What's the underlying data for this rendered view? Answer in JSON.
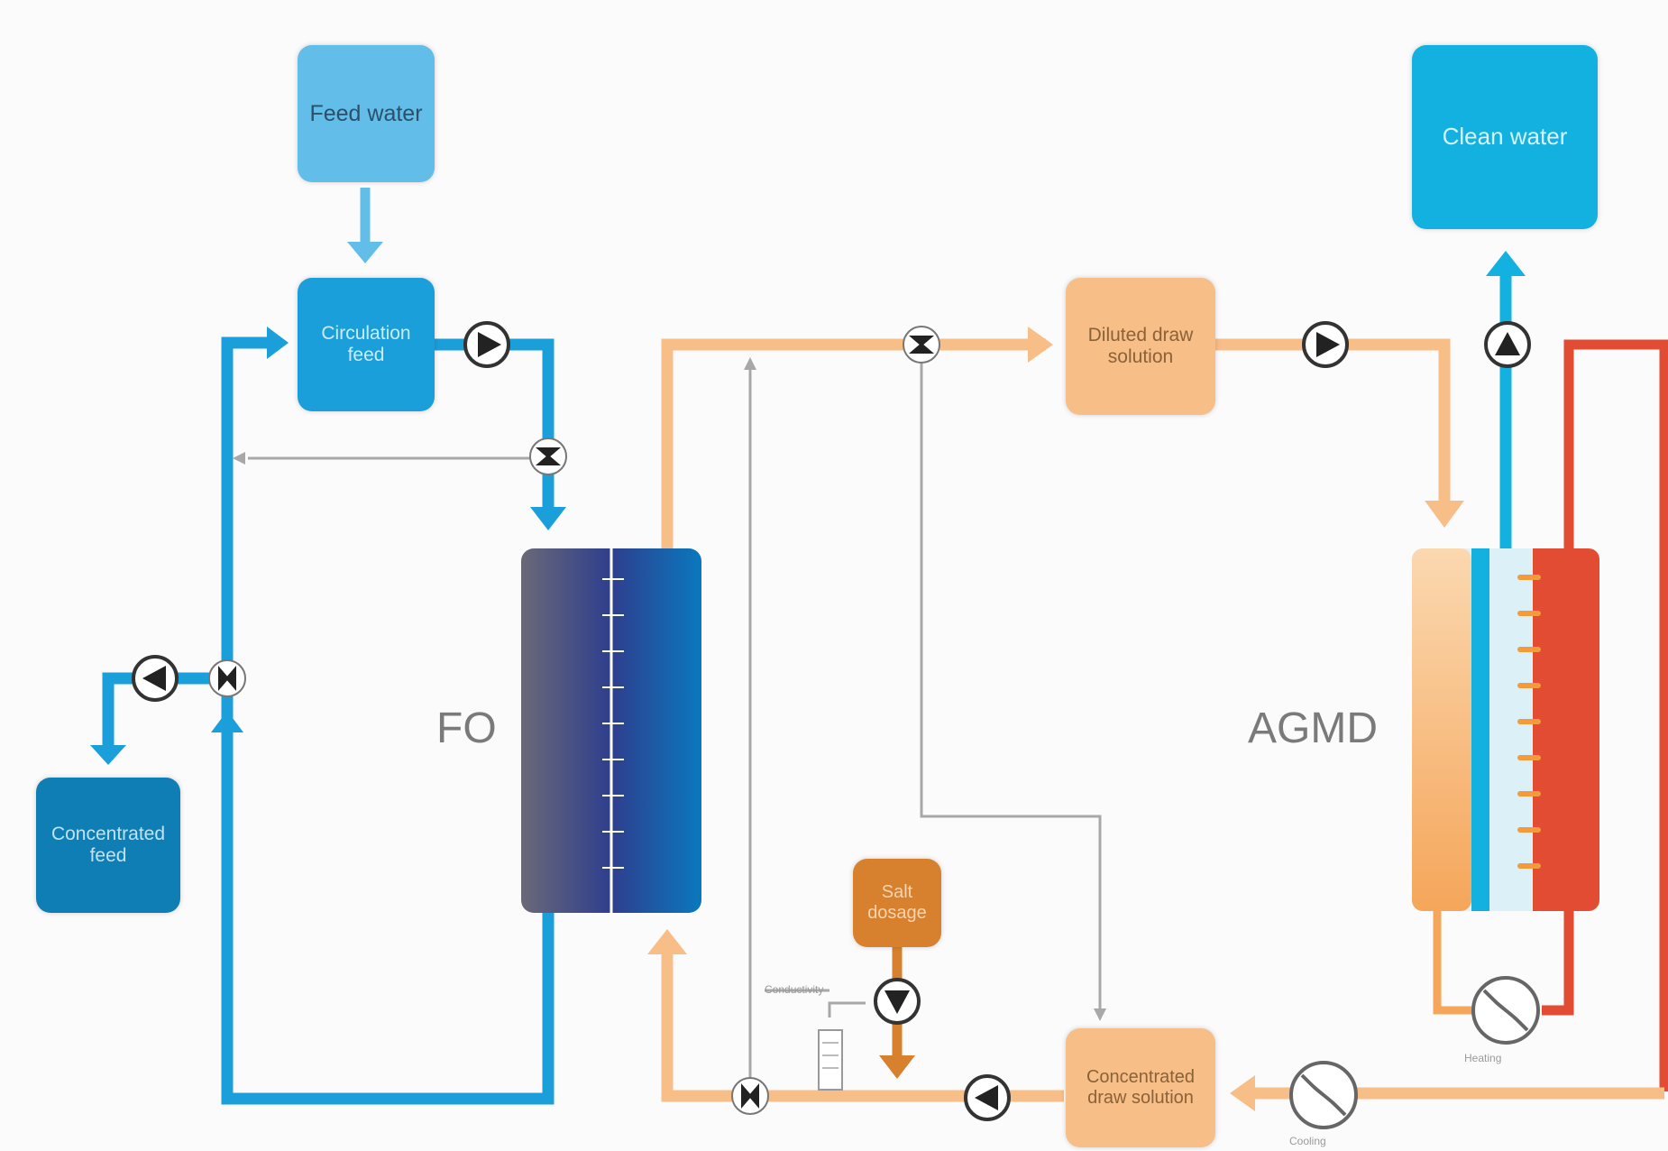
{
  "boxes": {
    "feed_water": "Feed water",
    "circulation_feed": "Circulation feed",
    "concentrated_feed": "Concentrated feed",
    "clean_water": "Clean water",
    "diluted_draw": "Diluted draw solution",
    "salt_dosage": "Salt dosage",
    "concentrated_draw": "Concentrated draw solution"
  },
  "units": {
    "fo": "FO",
    "agmd": "AGMD"
  },
  "small_labels": {
    "conductivity": "Conductivity",
    "heating": "Heating",
    "cooling": "Cooling"
  },
  "colors": {
    "feed_blue": "#1a9fda",
    "light_blue": "#62bde8",
    "dark_blue": "#0f7eb4",
    "clean_water": "#12b1e0",
    "draw_orange": "#f7be88",
    "salt_orange": "#d7812f",
    "hot_red": "#e24c33",
    "control_grey": "#a8a8a8"
  }
}
